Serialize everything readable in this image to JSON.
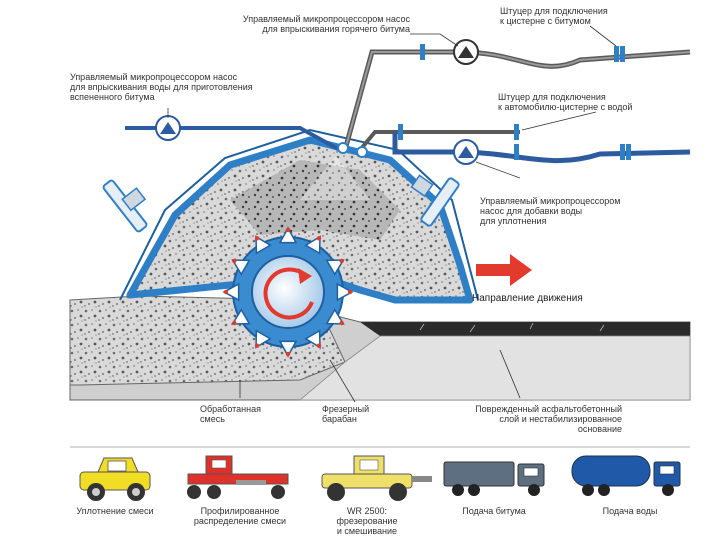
{
  "labels": {
    "hot_bitumen_pump": [
      "Управляемый микропроцессором насос",
      "для впрыскивания горячего битума"
    ],
    "bitumen_tank_connector": [
      "Штуцер для подключения",
      "к цистерне с битумом"
    ],
    "foam_water_pump": [
      "Управляемый микропроцессором насос",
      "для впрыскивания воды для приготовления",
      "вспененного битума"
    ],
    "water_tank_connector": [
      "Штуцер для подключения",
      "к автомобилю-цистерне с водой"
    ],
    "compaction_water_pump": [
      "Управляемый микропроцессором",
      "насос для добавки воды",
      "для уплотнения"
    ],
    "direction": "Направление движения",
    "treated_mix": [
      "Обработанная",
      "смесь"
    ],
    "milling_drum": [
      "Фрезерный",
      "барабан"
    ],
    "damaged_layer": [
      "Поврежденный асфальтобетонный",
      "слой и нестабилизированное",
      "основание"
    ]
  },
  "vehicles": [
    {
      "caption": [
        "Уплотнение смеси"
      ]
    },
    {
      "caption": [
        "Профилированное",
        "распределение смеси"
      ]
    },
    {
      "caption": [
        "WR 2500:",
        "фрезерование",
        "и смешивание"
      ]
    },
    {
      "caption": [
        "Подача битума"
      ]
    },
    {
      "caption": [
        "Подача воды"
      ]
    }
  ],
  "colors": {
    "machine_blue": "#2f7fc6",
    "pipe_gray": "#666666",
    "pipe_blue": "#2d5b9f",
    "arrow_red": "#e23a2c",
    "roller_yellow": "#f2dd26",
    "grader_red": "#e0302a",
    "recycler_yellow": "#efe06a",
    "bitumen_truck": "#5d6f80",
    "water_truck": "#1f59a8"
  }
}
